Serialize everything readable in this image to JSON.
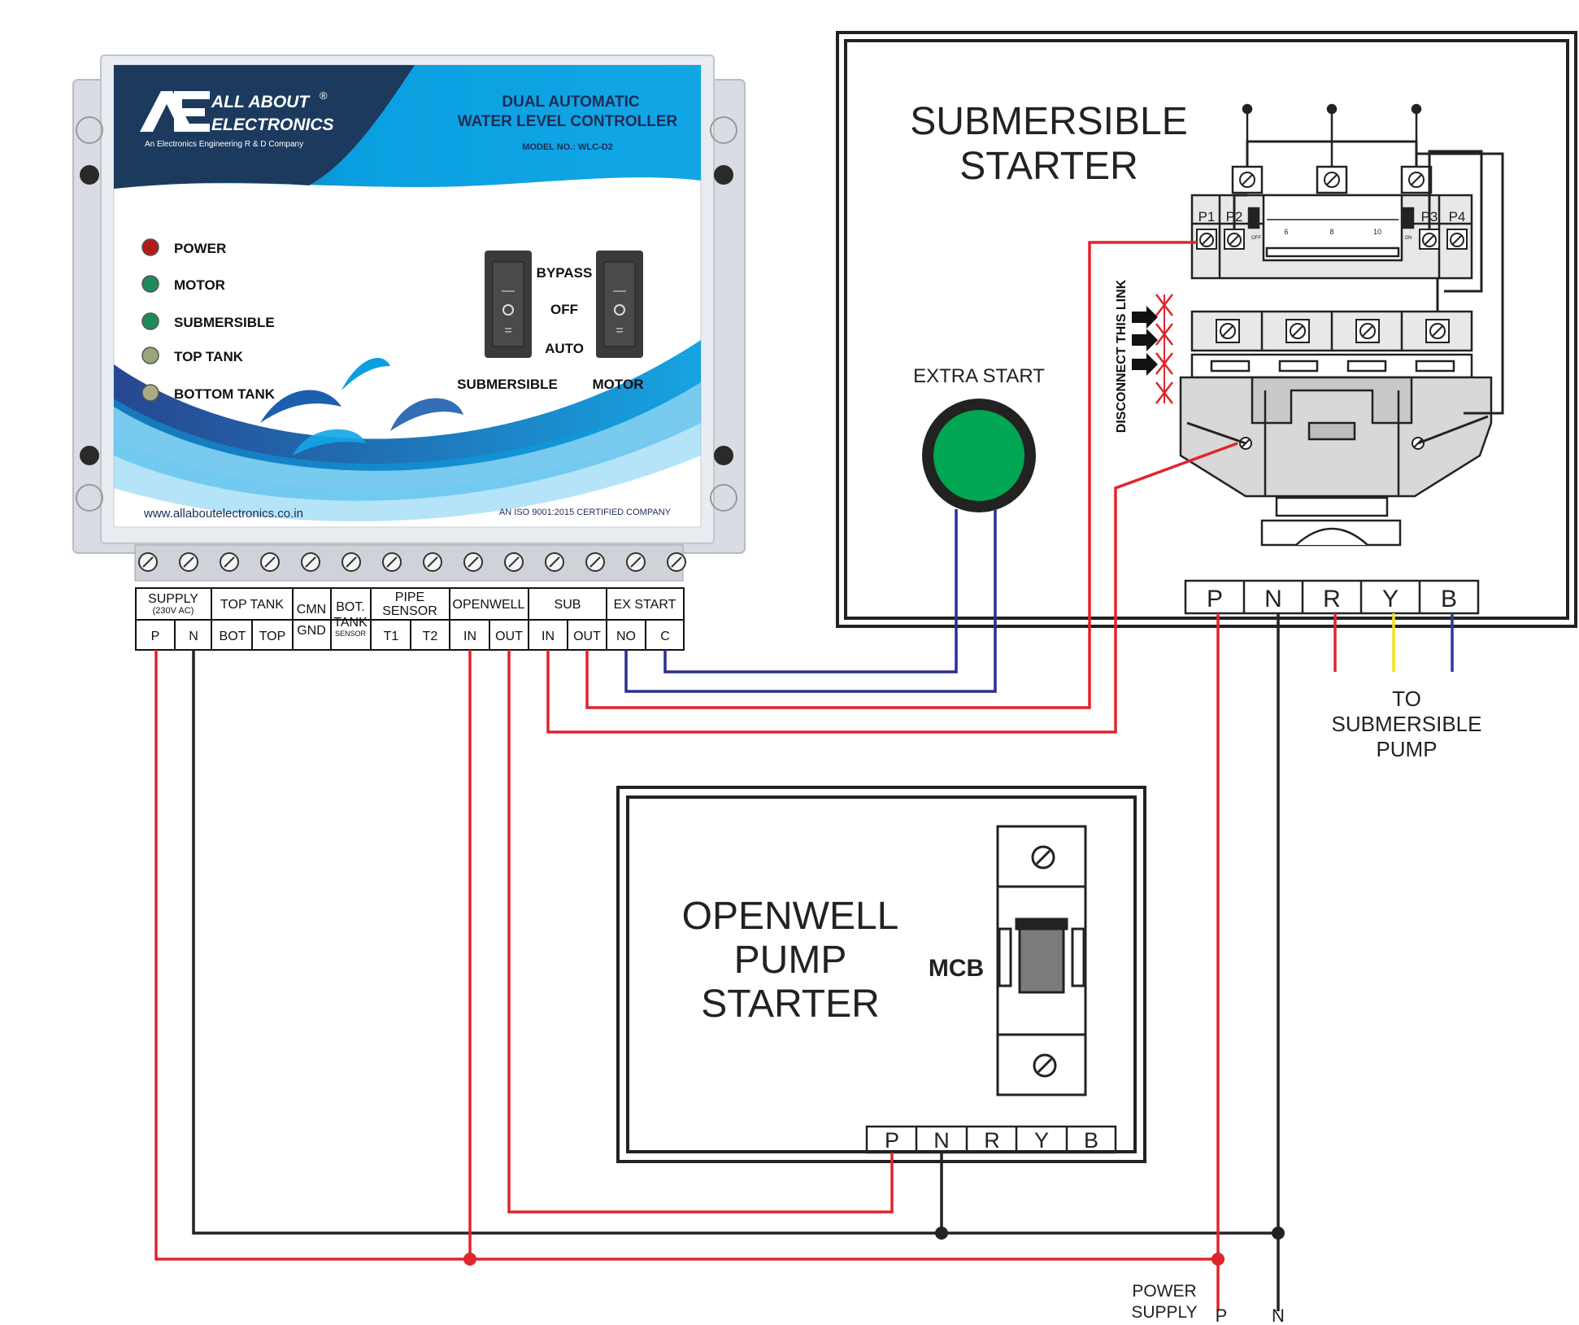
{
  "brand": {
    "name_line1": "ALL ABOUT",
    "name_line2": "ELECTRONICS",
    "registered": "®",
    "tagline": "An Electronics Engineering R & D Company",
    "website": "www.allaboutelectronics.co.in",
    "certification": "AN ISO 9001:2015 CERTIFIED COMPANY"
  },
  "controller": {
    "title_line1": "DUAL AUTOMATIC",
    "title_line2": "WATER LEVEL CONTROLLER",
    "model": "MODEL NO.: WLC-D2",
    "indicators": [
      {
        "label": "POWER",
        "color": "#b31b1b"
      },
      {
        "label": "MOTOR",
        "color": "#1f8a5b"
      },
      {
        "label": "SUBMERSIBLE",
        "color": "#1f8a5b"
      },
      {
        "label": "TOP TANK",
        "color": "#9aa57a"
      },
      {
        "label": "BOTTOM TANK",
        "color": "#a8ad86"
      }
    ],
    "switch_modes": [
      "BYPASS",
      "OFF",
      "AUTO"
    ],
    "switch_labels": [
      "SUBMERSIBLE",
      "MOTOR"
    ],
    "terminal_groups": [
      {
        "label": "SUPPLY",
        "sub": "(230V AC)"
      },
      {
        "label": "TOP TANK",
        "sub": ""
      },
      {
        "label": "CMN",
        "sub": ""
      },
      {
        "label": "BOT.",
        "sub": ""
      },
      {
        "label": "PIPE",
        "sub": "SENSOR"
      },
      {
        "label": "OPENWELL",
        "sub": ""
      },
      {
        "label": "SUB",
        "sub": ""
      },
      {
        "label": "EX START",
        "sub": ""
      }
    ],
    "cmn_gnd": "GND",
    "bot_tank": "TANK",
    "bot_sensor": "SENSOR",
    "terminals": [
      "P",
      "N",
      "BOT",
      "TOP",
      "T1",
      "T2",
      "IN",
      "OUT",
      "IN",
      "OUT",
      "NO",
      "C"
    ]
  },
  "sub_starter": {
    "title_line1": "SUBMERSIBLE",
    "title_line2": "STARTER",
    "extra_start": "EXTRA START",
    "disconnect_note": "DISCONNECT THIS LINK",
    "relay_terminals": [
      "P1",
      "P2",
      "P3",
      "P4"
    ],
    "dial_marks": [
      "6",
      "8",
      "10"
    ],
    "off_mark": "OFF",
    "on_mark": "ON",
    "output_terminals": [
      "P",
      "N",
      "R",
      "Y",
      "B"
    ],
    "to_pump": [
      "TO",
      "SUBMERSIBLE",
      "PUMP"
    ]
  },
  "openwell_starter": {
    "title_line1": "OPENWELL",
    "title_line2": "PUMP",
    "title_line3": "STARTER",
    "mcb_label": "MCB",
    "terminals": [
      "P",
      "N",
      "R",
      "Y",
      "B"
    ]
  },
  "power_supply": {
    "line1": "POWER",
    "line2": "SUPPLY",
    "p": "P",
    "n": "N"
  },
  "colors": {
    "phase_wire": "#e0252b",
    "neutral_wire": "#222222",
    "start_wire": "#2b2f8c",
    "yellow_wire": "#f2e31b",
    "blue_wire": "#2b3a9c",
    "panel_blue": "#0a9fe0",
    "panel_navy": "#1c3a5e",
    "button_green": "#00a651"
  }
}
